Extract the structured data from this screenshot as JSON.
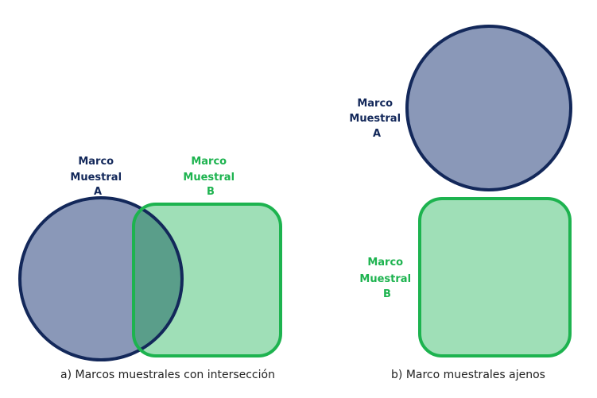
{
  "colors": {
    "frame_a_fill": "#8a98b8",
    "frame_a_stroke": "#13285a",
    "frame_b_fill": "#9fdfb7",
    "frame_b_stroke": "#1db34f",
    "intersection_fill": "#5a9e8a",
    "label_a": "#13285a",
    "label_b": "#1db34f"
  },
  "panel_a": {
    "label_a": {
      "line1": "Marco",
      "line2": "Muestral",
      "line3": "A"
    },
    "label_b": {
      "line1": "Marco",
      "line2": "Muestral",
      "line3": "B"
    },
    "caption": "a) Marcos muestrales con intersección"
  },
  "panel_b": {
    "label_a": {
      "line1": "Marco",
      "line2": "Muestral",
      "line3": "A"
    },
    "label_b": {
      "line1": "Marco",
      "line2": "Muestral",
      "line3": "B"
    },
    "caption": "b) Marco muestrales ajenos"
  }
}
